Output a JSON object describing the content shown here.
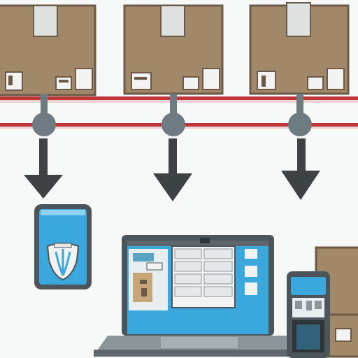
{
  "scene": {
    "kind": "flat vector illustration",
    "elements": [
      "cardboard-boxes",
      "conveyor-rails",
      "hub-nodes",
      "down-arrows",
      "phone",
      "laptop",
      "handheld-terminal",
      "box-stack"
    ]
  },
  "colors": {
    "background": "#f7f8f8",
    "box_body": "#a08868",
    "box_dark": "#6b5a48",
    "box_tape": "#dfe1e1",
    "rail_red": "#c0353a",
    "rail_light": "#f1d2d2",
    "node_gray": "#6e7b80",
    "arrow_dark": "#3d4245",
    "device_frame": "#4c5559",
    "screen_blue": "#3aa7dd",
    "screen_light": "#e8eef0"
  },
  "icons": [
    "shield-icon",
    "down-arrow-icon",
    "box-icon"
  ]
}
